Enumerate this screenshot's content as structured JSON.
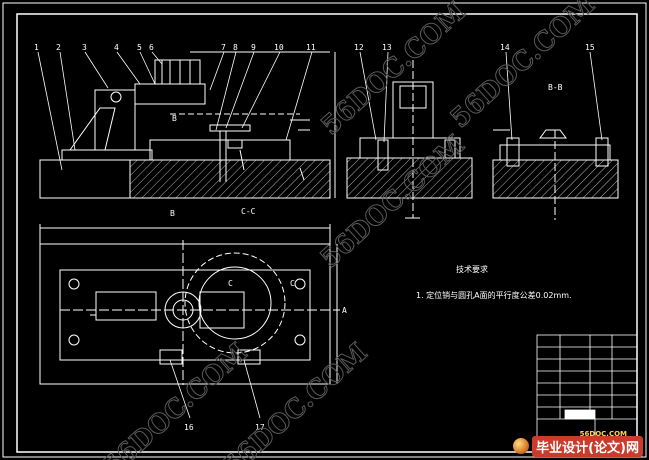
{
  "drawing": {
    "callouts": [
      "1",
      "2",
      "3",
      "4",
      "5",
      "6",
      "7",
      "8",
      "9",
      "10",
      "11",
      "12",
      "13",
      "14",
      "15",
      "16",
      "17"
    ],
    "section_bb": "B-B",
    "section_cc": "C-C",
    "view_b": "B",
    "mark_c": "C",
    "mark_a": "A"
  },
  "notes": {
    "heading": "技术要求",
    "line1": "1. 定位销与圆孔A面的平行度公差0.02mm."
  },
  "watermarks": [
    "56DOC.COM",
    "56DOC.COM",
    "56DOC.COM",
    "56DOC.COM",
    "56DOC.COM"
  ],
  "brand": {
    "site": "56DOC.COM",
    "text": "毕业设计(论文)网"
  },
  "colors": {
    "line": "#ffffff",
    "hatch": "#ffffff",
    "watermark": "#5a5a5a",
    "brand_red": "#c93b2b"
  }
}
